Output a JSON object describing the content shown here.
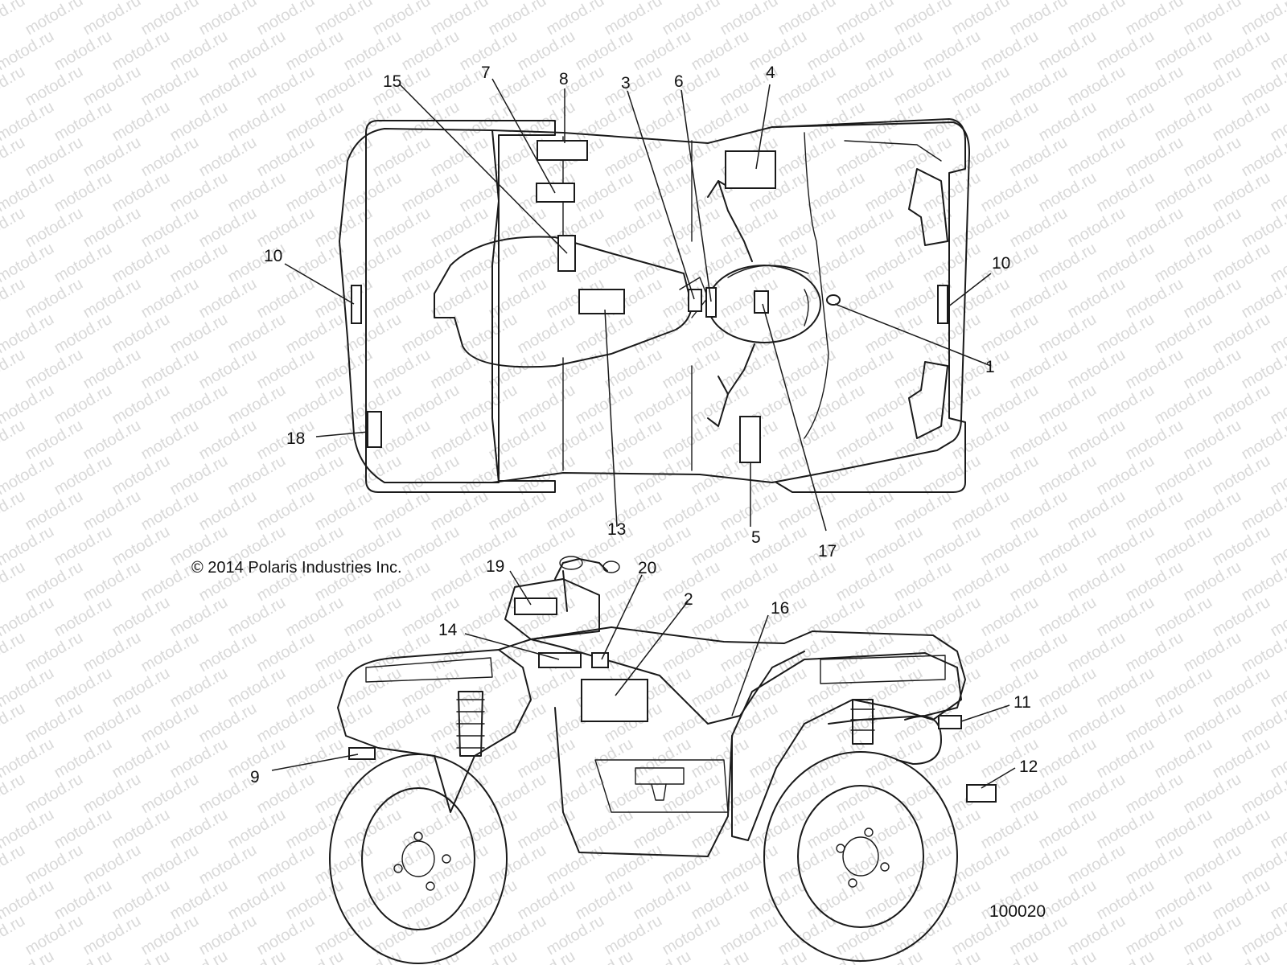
{
  "copyright": "© 2014 Polaris Industries Inc.",
  "figure_number": "100020",
  "watermark": "motod.ru",
  "callouts": {
    "c1": "1",
    "c2": "2",
    "c3": "3",
    "c4": "4",
    "c5": "5",
    "c6": "6",
    "c7": "7",
    "c8": "8",
    "c9": "9",
    "c10_left": "10",
    "c10_right": "10",
    "c11": "11",
    "c12": "12",
    "c13": "13",
    "c14": "14",
    "c15": "15",
    "c16": "16",
    "c17": "17",
    "c18": "18",
    "c19": "19",
    "c20": "20"
  }
}
